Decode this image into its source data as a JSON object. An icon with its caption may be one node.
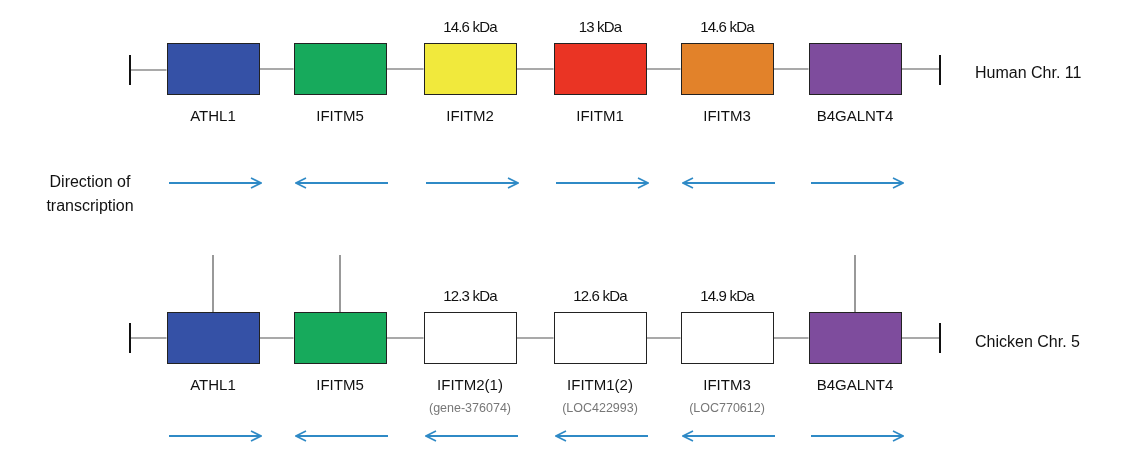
{
  "diagram": {
    "nodes": [
      {
        "text": [],
        "shape": "bar"
      },
      {
        "text": [
          "ATHL1"
        ]
      },
      {
        "text": [
          "IFITM5"
        ]
      },
      {
        "text": [
          "IFITM2"
        ],
        "beside": [
          "14.6 kDa"
        ]
      },
      {
        "text": [
          "IFITM1"
        ],
        "beside": [
          "13 kDa"
        ]
      },
      {
        "text": [
          "IFITM3"
        ],
        "beside": [
          "14.6 kDa"
        ]
      },
      {
        "text": [
          "B4GALNT4"
        ]
      },
      {
        "text": [],
        "shape": "bar"
      },
      {
        "text": [],
        "shape": "bar"
      },
      {
        "text": [
          "ATHL1"
        ]
      },
      {
        "text": [
          "IFITM5"
        ]
      },
      {
        "text": [
          "IFITM2(1)",
          "(gene-376074)"
        ],
        "beside": [
          "12.3 kDa"
        ]
      },
      {
        "text": [
          "IFITM1(2)",
          "(LOC422993)"
        ],
        "beside": [
          "12.6 kDa"
        ]
      },
      {
        "text": [
          "IFITM3",
          "(LOC770612)"
        ],
        "beside": [
          "14.9 kDa"
        ]
      },
      {
        "text": [
          "B4GALNT4"
        ]
      },
      {
        "text": [],
        "shape": "bar"
      }
    ],
    "edges": [
      {
        "from": 0,
        "to": 1,
        "arrow": "none"
      },
      {
        "from": 1,
        "to": 2,
        "arrow": "none"
      },
      {
        "from": 2,
        "to": 3,
        "arrow": "none"
      },
      {
        "from": 3,
        "to": 4,
        "arrow": "none"
      },
      {
        "from": 4,
        "to": 5,
        "arrow": "none"
      },
      {
        "from": 5,
        "to": 6,
        "arrow": "none"
      },
      {
        "from": 6,
        "to": 7,
        "arrow": "none"
      },
      {
        "from": 8,
        "to": 9,
        "arrow": "none"
      },
      {
        "from": 9,
        "to": 10,
        "arrow": "none"
      },
      {
        "from": 10,
        "to": 11,
        "arrow": "none"
      },
      {
        "from": 11,
        "to": 12,
        "arrow": "none"
      },
      {
        "from": 12,
        "to": 13,
        "arrow": "none"
      },
      {
        "from": 13,
        "to": 14,
        "arrow": "none"
      },
      {
        "from": 14,
        "to": 15,
        "arrow": "none"
      },
      {
        "from": null,
        "to": 9,
        "arrow": "none"
      },
      {
        "from": null,
        "to": 10,
        "arrow": "none"
      },
      {
        "from": null,
        "to": 14,
        "arrow": "none"
      }
    ],
    "labels": [
      "Human Chr. 11",
      "Direction of transcription",
      "Chicken Chr. 5"
    ]
  }
}
